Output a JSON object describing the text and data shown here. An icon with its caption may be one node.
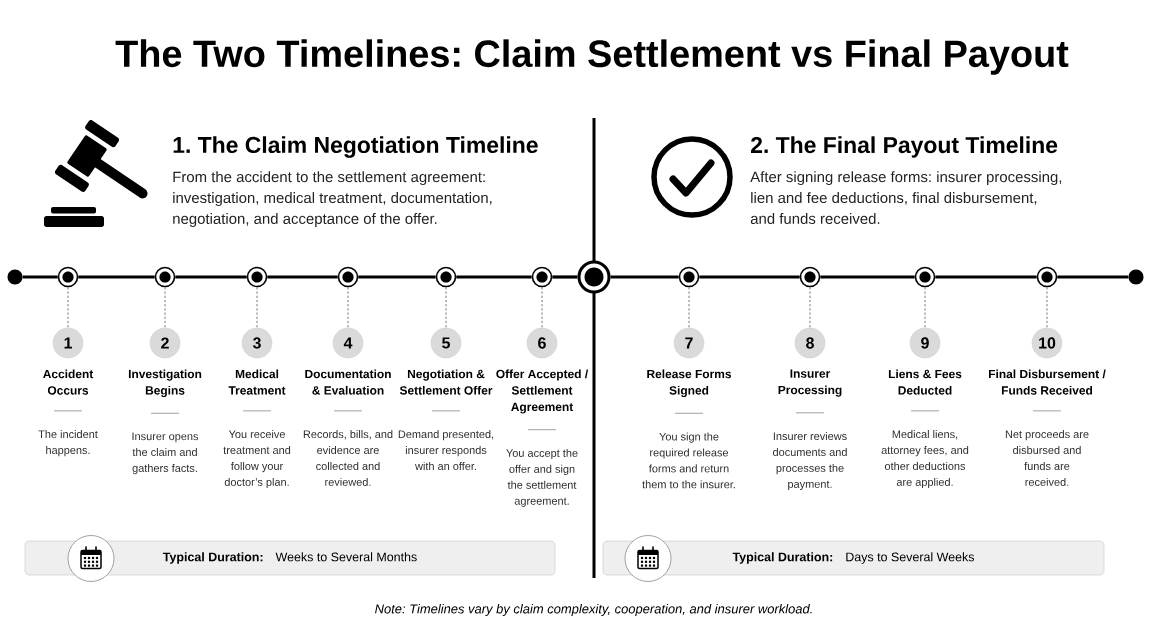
{
  "diagram": {
    "title": "The Two Timelines: Claim Settlement vs Final Payout",
    "nodes": [
      {
        "text": [],
        "shape": "circle"
      },
      {
        "text": [],
        "shape": "circle"
      },
      {
        "text": [],
        "shape": "circle"
      },
      {
        "text": [],
        "shape": "circle"
      },
      {
        "text": [],
        "shape": "circle"
      },
      {
        "text": [],
        "shape": "circle"
      },
      {
        "text": [],
        "shape": "circle"
      },
      {
        "text": [],
        "shape": "circle"
      },
      {
        "text": [],
        "shape": "circle"
      },
      {
        "text": [],
        "shape": "circle"
      },
      {
        "text": [],
        "shape": "circle"
      },
      {
        "text": [],
        "shape": "circle"
      },
      {
        "text": [],
        "shape": "circle"
      },
      {
        "text": [
          "1"
        ],
        "beside": [
          "Accident Occurs",
          "The incident happens."
        ]
      },
      {
        "text": [
          "2"
        ],
        "beside": [
          "Investigation Begins",
          "Insurer opens the claim and gathers facts."
        ]
      },
      {
        "text": [
          "3"
        ],
        "beside": [
          "Medical Treatment",
          "You receive treatment and follow your doctor’s plan."
        ]
      },
      {
        "text": [
          "4"
        ],
        "beside": [
          "Documentation & Evaluation",
          "Records, bills, and evidence are collected and reviewed."
        ]
      },
      {
        "text": [
          "5"
        ],
        "beside": [
          "Negotiation & Settlement Offer",
          "Demand presented, insurer responds with an offer."
        ]
      },
      {
        "text": [
          "6"
        ],
        "beside": [
          "Offer Accepted / Settlement Agreement",
          "You accept the offer and sign the settlement agreement."
        ]
      },
      {
        "text": [
          "7"
        ],
        "beside": [
          "Release Forms Signed",
          "You sign the required release forms and return them to the insurer."
        ]
      },
      {
        "text": [
          "8"
        ],
        "beside": [
          "Insurer Processing",
          "Insurer reviews documents and processes the payment."
        ]
      },
      {
        "text": [
          "9"
        ],
        "beside": [
          "Liens & Fees Deducted",
          "Medical liens, attorney fees, and other deductions are applied."
        ]
      },
      {
        "text": [
          "10"
        ],
        "beside": [
          "Final Disbursement / Funds Received",
          "Net proceeds are disbursed and funds are received."
        ]
      },
      {
        "text": [
          "Typical Duration:",
          "Weeks to Several Months"
        ]
      },
      {
        "text": [
          "Typical Duration:",
          "Days to Several Weeks"
        ]
      }
    ],
    "edges": [
      {
        "from": 0,
        "to": 1,
        "arrow": "none"
      },
      {
        "from": 1,
        "to": 2,
        "arrow": "none"
      },
      {
        "from": 2,
        "to": 3,
        "arrow": "none"
      },
      {
        "from": 3,
        "to": 4,
        "arrow": "none"
      },
      {
        "from": 4,
        "to": 5,
        "arrow": "none"
      },
      {
        "from": 5,
        "to": 6,
        "arrow": "none"
      },
      {
        "from": 6,
        "to": 7,
        "arrow": "none"
      },
      {
        "from": 7,
        "to": 8,
        "arrow": "none"
      },
      {
        "from": 8,
        "to": 9,
        "arrow": "none"
      },
      {
        "from": 9,
        "to": 10,
        "arrow": "none"
      },
      {
        "from": 10,
        "to": 11,
        "arrow": "none"
      },
      {
        "from": 11,
        "to": 12,
        "arrow": "none"
      },
      {
        "from": 1,
        "to": 13,
        "arrow": "none",
        "style": "dashed",
        "color": "#555555"
      },
      {
        "from": 2,
        "to": 14,
        "arrow": "none",
        "style": "dashed",
        "color": "#555555"
      },
      {
        "from": 3,
        "to": 15,
        "arrow": "none",
        "style": "dashed",
        "color": "#555555"
      },
      {
        "from": 4,
        "to": 16,
        "arrow": "none",
        "style": "dashed",
        "color": "#555555"
      },
      {
        "from": 5,
        "to": 17,
        "arrow": "none",
        "style": "dashed",
        "color": "#555555"
      },
      {
        "from": 6,
        "to": 18,
        "arrow": "none",
        "style": "dashed",
        "color": "#555555"
      },
      {
        "from": 8,
        "to": 19,
        "arrow": "none",
        "style": "dashed",
        "color": "#555555"
      },
      {
        "from": 9,
        "to": 20,
        "arrow": "none",
        "style": "dashed",
        "color": "#555555"
      },
      {
        "from": 10,
        "to": 21,
        "arrow": "none",
        "style": "dashed",
        "color": "#555555"
      },
      {
        "from": 11,
        "to": 22,
        "arrow": "none",
        "style": "dashed",
        "color": "#555555"
      }
    ],
    "labels": [
      "1. The Claim Negotiation Timeline",
      "From the accident to the settlement agreement: investigation, medical treatment, documentation, negotiation, and acceptance of the offer.",
      "2. The Final Payout Timeline",
      "After signing release forms: insurer processing, lien and fee deductions, final disbursement, and funds received.",
      "Note: Timelines vary by claim complexity, cooperation, and insurer workload."
    ]
  }
}
